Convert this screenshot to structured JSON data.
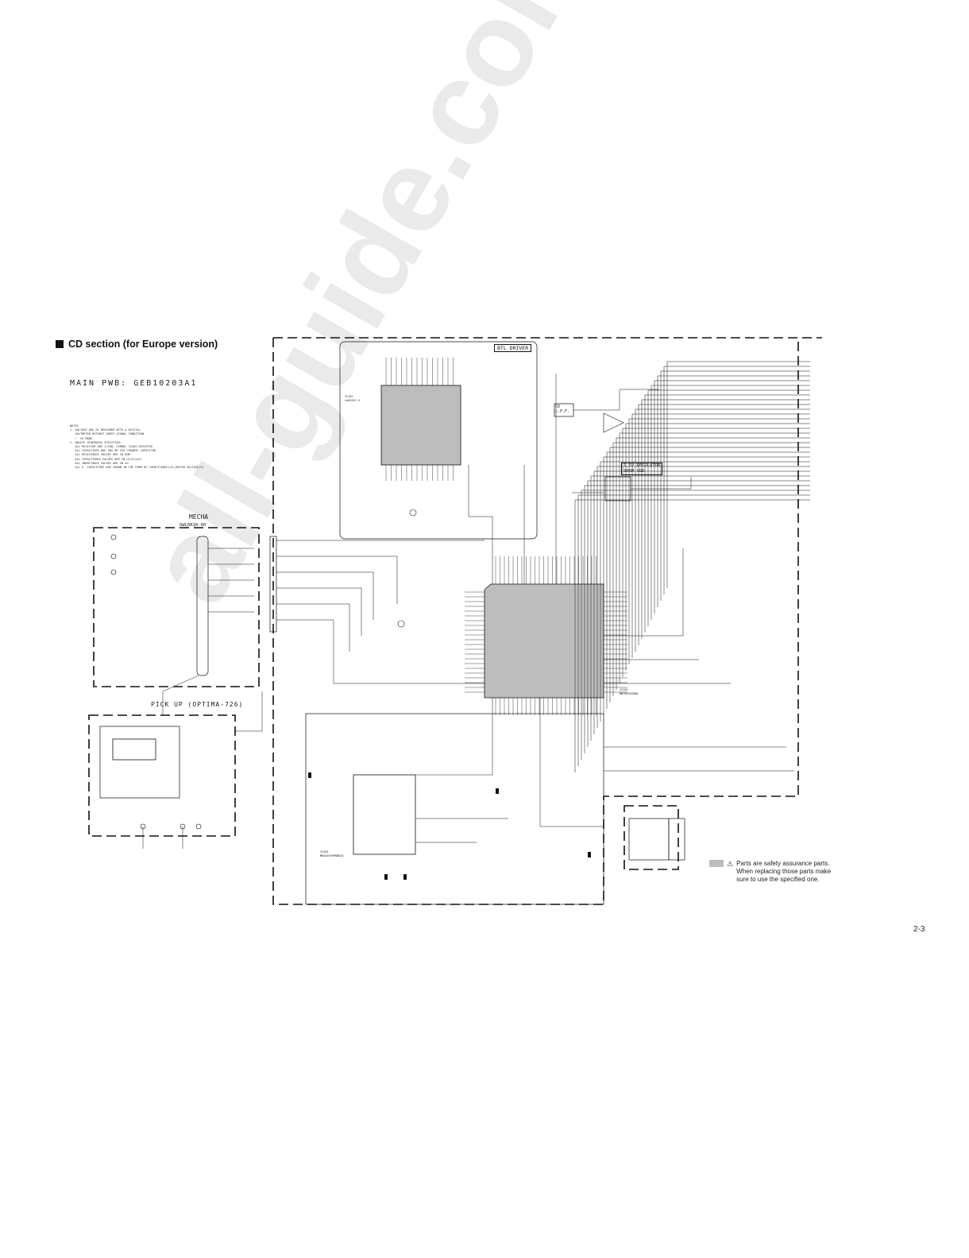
{
  "header": {
    "section_title": "CD section (for Europe version)",
    "main_pwb": "MAIN PWB: GEB10203A1"
  },
  "notes": {
    "text": "NOTES\n1. VOLTAGE ARE DC MEASURED WITH A DIGITAL\n   VOLTMETER WITHOUT INPUT SIGNAL CONDITION.\n   :  CD MODE\n2. UNLESS OTHERWISE SPECIFIED:\n   ALL RESISTOR ARE 1/16W, SYMBOL CLASS RESISTOR\n   ALL CAPACITORS ARE 50V OR 25V CERAMIC CAPACITOR\n   ALL RESISTANCE VALUES ARE IN OHM\n   ALL CAPACITANCE VALUES ARE IN uF(P=uuF)\n   ALL INDUCTANCE VALUES ARE IN uH\n   ALL E. CAPACITORS ARE SHOWN IN THE FORM OF CAPACITANCE(uF)/RATED VOLTAGE(V)"
  },
  "blocks": {
    "mecha_title": "MECHA",
    "mecha_part": "GWL0R1R-00",
    "pickup_title": "PICK UP (OPTIMA-726)",
    "btl_driver": "BTL DRIVER",
    "cd_lpf": "CD L.P.F.",
    "regulator_line1": "1.5V REGULATOR",
    "regulator_line2": "SRAM VDD",
    "ic201_name": "IC201",
    "ic201_part": "MN103S69GBD",
    "ic101_name": "IC101",
    "ic101_part": "LA6245Y-X",
    "ic401_name": "IC401",
    "ic401_part": "MN101EF69NBGCD"
  },
  "safety_note": {
    "line1": "Parts are safety assurance parts.",
    "line2": "When replacing those parts make",
    "line3": "sure to use the specified one."
  },
  "footer": {
    "page_number": "2-3"
  },
  "watermark": {
    "text": "all-guide.com"
  },
  "colors": {
    "ink": "#111111",
    "ic_fill": "#bdbdbd",
    "swatch": "#bdbdbd"
  }
}
